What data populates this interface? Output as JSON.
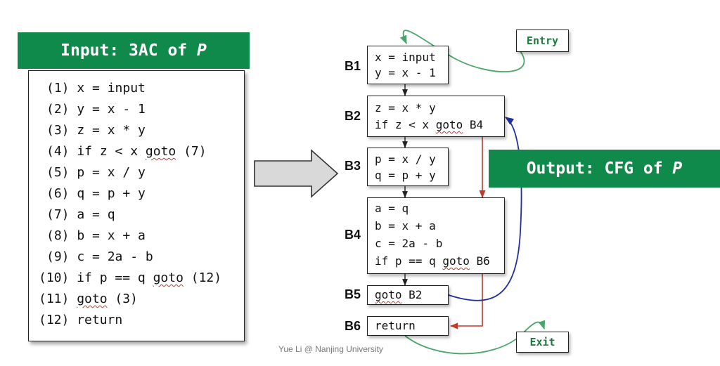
{
  "input_banner": {
    "prefix": "Input: 3AC of ",
    "var": "P"
  },
  "output_banner": {
    "prefix": "Output: CFG of ",
    "var": "P"
  },
  "code_lines": [
    {
      "num": "(1)",
      "text": "x = input"
    },
    {
      "num": "(2)",
      "text": "y = x - 1"
    },
    {
      "num": "(3)",
      "text": "z = x * y"
    },
    {
      "num": "(4)",
      "text": "if z < x goto (7)"
    },
    {
      "num": "(5)",
      "text": "p = x / y"
    },
    {
      "num": "(6)",
      "text": "q = p + y"
    },
    {
      "num": "(7)",
      "text": "a = q"
    },
    {
      "num": "(8)",
      "text": "b = x + a"
    },
    {
      "num": "(9)",
      "text": "c = 2a - b"
    },
    {
      "num": "(10)",
      "text": "if p == q goto (12)"
    },
    {
      "num": "(11)",
      "text": "goto (3)"
    },
    {
      "num": "(12)",
      "text": "return"
    }
  ],
  "blocks": [
    {
      "label": "B1",
      "lines": [
        "x = input",
        "y = x - 1"
      ]
    },
    {
      "label": "B2",
      "lines": [
        "z = x * y",
        "if z < x goto B4"
      ]
    },
    {
      "label": "B3",
      "lines": [
        "p = x / y",
        "q = p + y"
      ]
    },
    {
      "label": "B4",
      "lines": [
        "a = q",
        "b = x + a",
        "c = 2a - b",
        "if p == q goto B6"
      ]
    },
    {
      "label": "B5",
      "lines": [
        "goto B2"
      ]
    },
    {
      "label": "B6",
      "lines": [
        "return"
      ]
    }
  ],
  "entry_label": "Entry",
  "exit_label": "Exit",
  "footer": "Yue Li @ Nanjing University",
  "colors": {
    "banner": "#108a4a",
    "entry_exit_edge": "#4aa56a",
    "jump_edge_red": "#c0392b",
    "back_edge_blue": "#1f2fa0"
  }
}
